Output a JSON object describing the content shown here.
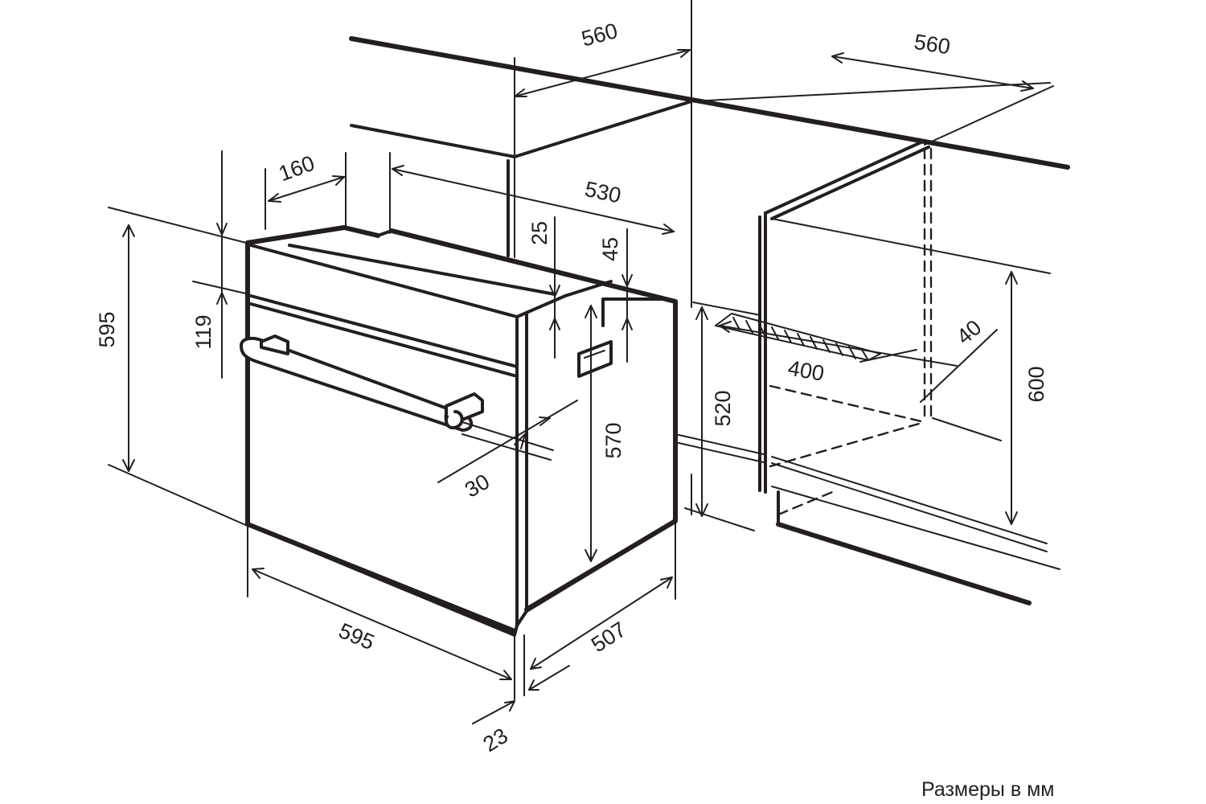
{
  "dimensions": {
    "niche_width_top": "560",
    "niche_width_right": "560",
    "top_offset": "160",
    "top_depth": "530",
    "height_total": "595",
    "panel_height": "119",
    "gap_top": "25",
    "gap_side": "45",
    "niche_height": "600",
    "vent_depth": "400",
    "vent_width": "40",
    "body_height": "570",
    "plinth_height": "520",
    "handle_depth": "30",
    "front_width": "595",
    "body_depth": "507",
    "door_thickness": "23"
  },
  "caption": "Размеры в мм"
}
